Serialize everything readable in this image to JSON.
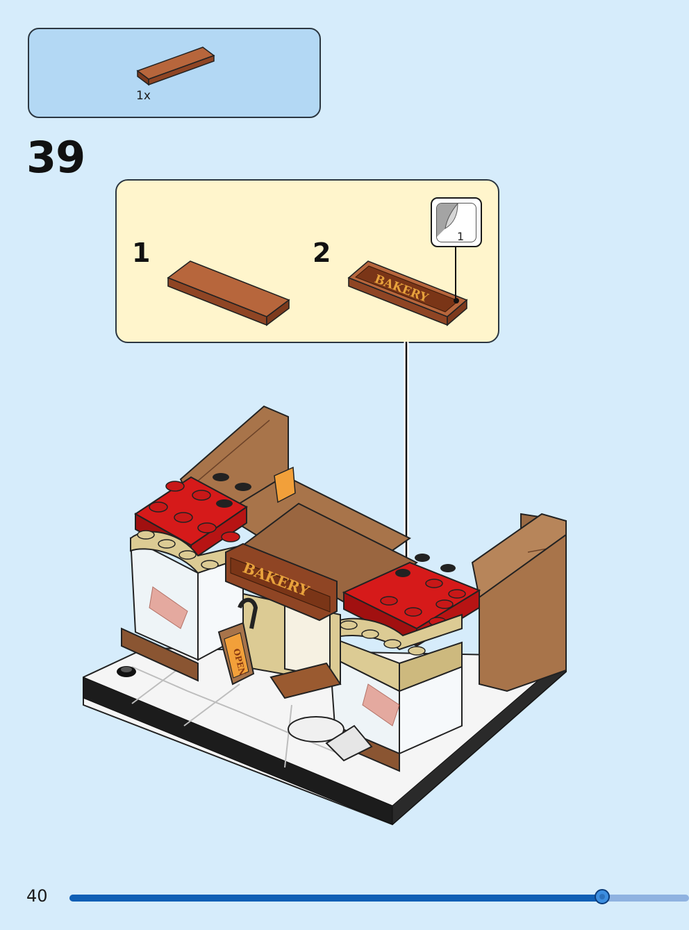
{
  "parts_list": {
    "quantity_label": "1x",
    "part_color": "#a5522c"
  },
  "step": {
    "number": "39"
  },
  "sub_steps": [
    {
      "label": "1"
    },
    {
      "label": "2"
    }
  ],
  "sticker": {
    "number": "1",
    "text": "BAKERY"
  },
  "model": {
    "sign_text": "BAKERY",
    "door_sign_text": "OPEN"
  },
  "footer": {
    "page_number": "40",
    "progress_fraction": 0.86
  },
  "colors": {
    "background": "#d6ecfb",
    "parts_panel": "#b3d8f4",
    "substep_panel": "#fff5cc",
    "brick_brown": "#a8744a",
    "brick_red": "#d61a1a",
    "brick_tan": "#dccb94",
    "tile_reddish_brown": "#a5522c",
    "progress_fill": "#0f5fb5"
  }
}
